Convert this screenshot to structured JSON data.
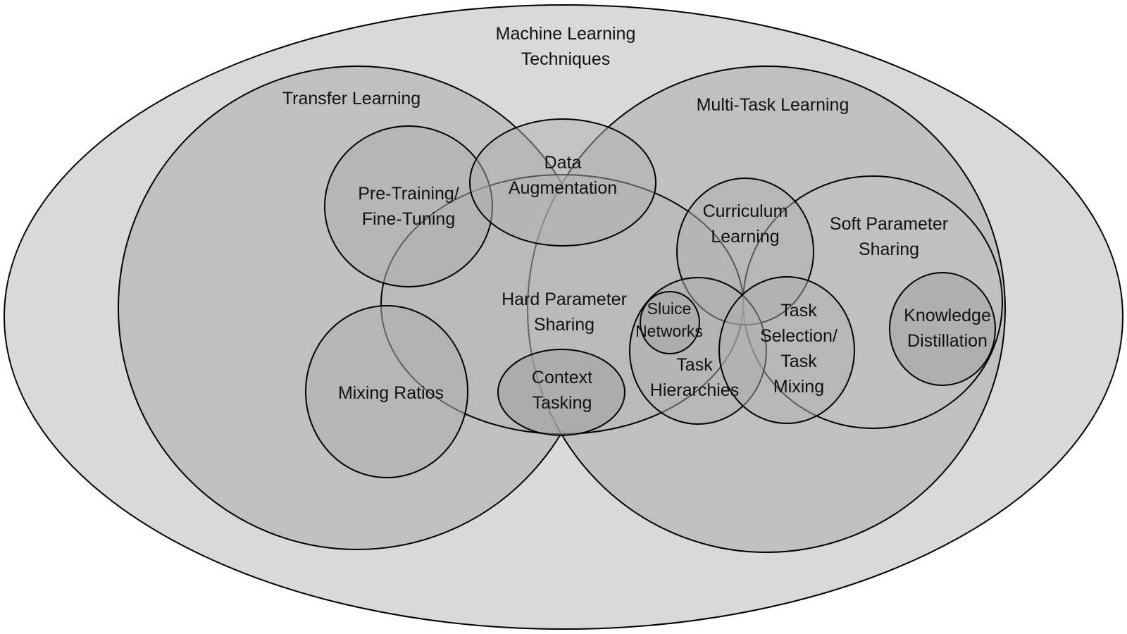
{
  "colors": {
    "outer": "#d9d9d9",
    "large": "#c0c0c0",
    "hard": "#b5b5b5",
    "inner": "#adadad",
    "deep": "#a4a4a4",
    "stroke": "#000000"
  },
  "labels": {
    "machine_learning": [
      "Machine Learning",
      "Techniques"
    ],
    "transfer_learning": [
      "Transfer Learning"
    ],
    "multi_task_learning": [
      "Multi-Task Learning"
    ],
    "pre_training": [
      "Pre-Training/",
      "Fine-Tuning"
    ],
    "data_augmentation": [
      "Data",
      "Augmentation"
    ],
    "hard_parameter_sharing": [
      "Hard Parameter",
      "Sharing"
    ],
    "mixing_ratios": [
      "Mixing Ratios"
    ],
    "context_tasking": [
      "Context",
      "Tasking"
    ],
    "curriculum_learning": [
      "Curriculum",
      "Learning"
    ],
    "soft_parameter_sharing": [
      "Soft Parameter",
      "Sharing"
    ],
    "sluice_networks": [
      "Sluice",
      "Networks"
    ],
    "task_hierarchies": [
      "Task",
      "Hierarchies"
    ],
    "task_selection": [
      "Task",
      "Selection/",
      "Task",
      "Mixing"
    ],
    "knowledge_distillation": [
      "Knowledge",
      "Distillation"
    ]
  }
}
